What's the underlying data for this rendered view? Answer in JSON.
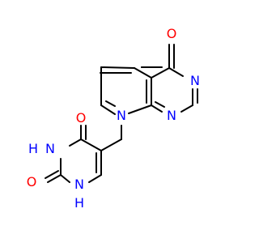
{
  "molecule": {
    "atom_labels": {
      "o1": "O",
      "n_pyrimidinone": "N",
      "n_bridge_ring": "N",
      "n_bridgehead": "N",
      "hn3": "H",
      "n3": "N",
      "o2": "O",
      "n1": "N",
      "hn1": "H",
      "o4": "O"
    },
    "colors": {
      "bond": "#000000",
      "oxygen": "#ff0000",
      "nitrogen": "#0000ff"
    }
  }
}
